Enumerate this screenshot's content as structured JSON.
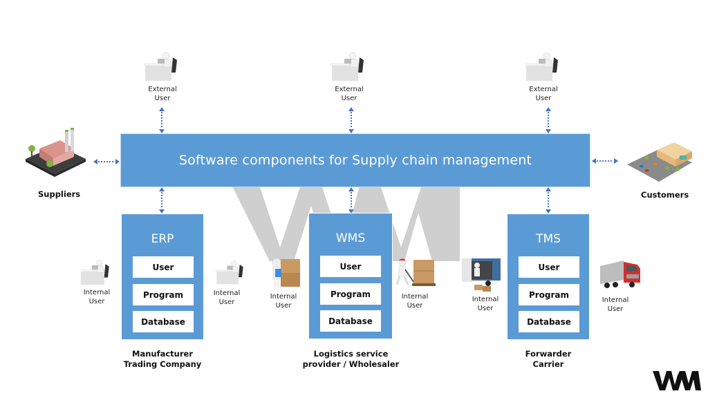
{
  "diagram": {
    "main_title": "Software components for Supply chain management",
    "external_users": [
      {
        "label_line1": "External",
        "label_line2": "User",
        "icon": "desk-user-icon"
      },
      {
        "label_line1": "External",
        "label_line2": "User",
        "icon": "desk-user-icon"
      },
      {
        "label_line1": "External",
        "label_line2": "User",
        "icon": "desk-user-icon"
      }
    ],
    "suppliers": {
      "label": "Suppliers",
      "icon": "factory-icon"
    },
    "customers": {
      "label": "Customers",
      "icon": "store-parking-icon"
    },
    "systems": [
      {
        "name": "ERP",
        "rows": [
          "User",
          "Program",
          "Database"
        ],
        "org_line1": "Manufacturer",
        "org_line2": "Trading Company"
      },
      {
        "name": "WMS",
        "rows": [
          "User",
          "Program",
          "Database"
        ],
        "org_line1": "Logistics service",
        "org_line2": "provider / Wholesaler"
      },
      {
        "name": "TMS",
        "rows": [
          "User",
          "Program",
          "Database"
        ],
        "org_line1": "Forwarder",
        "org_line2": "Carrier"
      }
    ],
    "internal_users": [
      {
        "label_line1": "Internal",
        "label_line2": "User",
        "icon": "desk-user-icon"
      },
      {
        "label_line1": "Internal",
        "label_line2": "User",
        "icon": "desk-user-icon"
      },
      {
        "label_line1": "Internal",
        "label_line2": "User",
        "icon": "warehouse-worker-boxes-icon"
      },
      {
        "label_line1": "Internal",
        "label_line2": "User",
        "icon": "pallet-jack-worker-icon"
      },
      {
        "label_line1": "Internal",
        "label_line2": "User",
        "icon": "truck-loading-icon"
      },
      {
        "label_line1": "Internal",
        "label_line2": "User",
        "icon": "red-truck-icon"
      }
    ],
    "logo": "WM",
    "colors": {
      "box_blue": "#5b9bd5",
      "arrow_blue": "#4472c4",
      "watermark_gray": "#cfcfcf"
    }
  }
}
